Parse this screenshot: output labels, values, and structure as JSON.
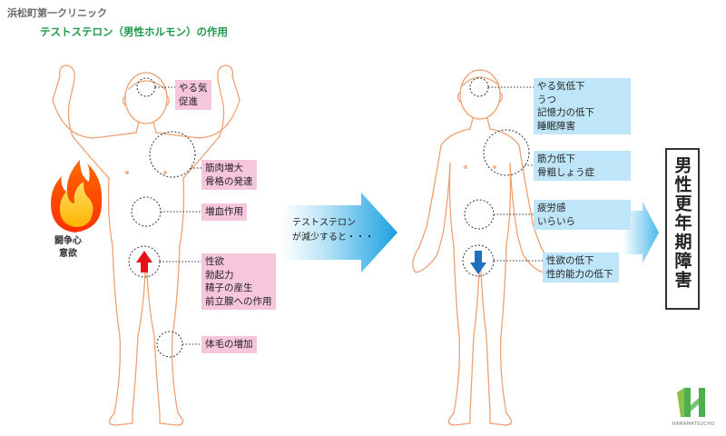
{
  "header": {
    "clinic_name": "浜松町第一クリニック",
    "title": "テストステロン（男性ホルモン）の作用"
  },
  "left_figure": {
    "labels": [
      {
        "lines": [
          "やる気",
          "促進"
        ]
      },
      {
        "lines": [
          "筋肉増大",
          "骨格の発達"
        ]
      },
      {
        "lines": [
          "増血作用"
        ]
      },
      {
        "lines": [
          "性欲",
          "勃起力",
          "精子の産生",
          "前立腺への作用"
        ]
      },
      {
        "lines": [
          "体毛の増加"
        ]
      }
    ],
    "fire_label": [
      "闘争心",
      "意欲"
    ]
  },
  "middle_arrow": {
    "lines": [
      "テストステロン",
      "が減少すると・・・"
    ]
  },
  "right_figure": {
    "labels": [
      {
        "lines": [
          "やる気低下",
          "うつ",
          "記憶力の低下",
          "睡眠障害"
        ]
      },
      {
        "lines": [
          "筋力低下",
          "骨粗しょう症"
        ]
      },
      {
        "lines": [
          "疲労感",
          "いらいら"
        ]
      },
      {
        "lines": [
          "性欲の低下",
          "性的能力の低下"
        ]
      }
    ]
  },
  "result_box": {
    "text": "男性更年期障害"
  },
  "logo": {
    "text": "HAMAMATSUCHO"
  },
  "colors": {
    "skin_outline": "#f0a070",
    "pink_label": "#f6c6dc",
    "blue_label": "#bfe6f8",
    "title_green": "#1e9a4a",
    "up_arrow": "#e8101a",
    "down_arrow": "#1f6fc0",
    "logo_green": "#4caf50"
  },
  "icons": {
    "fire": "fire-icon",
    "up_arrow": "arrow-up-icon",
    "down_arrow": "arrow-down-icon",
    "big_arrow": "arrow-right-icon"
  }
}
